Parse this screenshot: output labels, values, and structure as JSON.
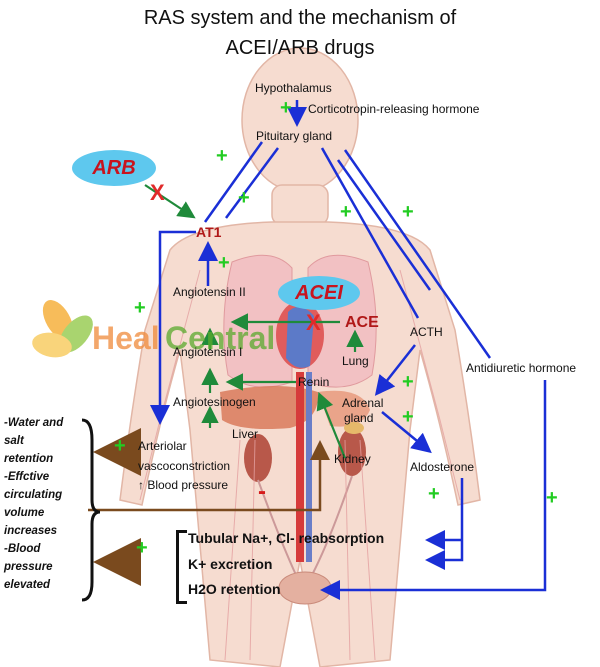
{
  "title": {
    "line1": "RAS system and the mechanism of",
    "line2": "ACEI/ARB drugs"
  },
  "watermark": {
    "part1": "Heal",
    "part2": "Central",
    "logo": "flower-logo"
  },
  "nodes": {
    "hypothalamus": "Hypothalamus",
    "crh": "Corticotropin-releasing hormone",
    "pituitary": "Pituitary gland",
    "arb": "ARB",
    "at1": "AT1",
    "acei": "ACEI",
    "ace": "ACE",
    "angiotensin2": "Angiotensin  II",
    "angiotensin1": "Angiotensin   I",
    "lung": "Lung",
    "acth": "ACTH",
    "adh": "Antidiuretic hormone",
    "renin": "Renin",
    "angiotensinogen": "Angiotesinogen",
    "liver": "Liver",
    "adrenal_line1": "Adrenal",
    "adrenal_line2": "gland",
    "kidney": "Kidney",
    "aldosterone": "Aldosterone",
    "arteriolar_line1": "Arteriolar",
    "arteriolar_line2": "vascoconstriction",
    "arteriolar_line3": "↑ Blood pressure",
    "tubular": "Tubular Na+, Cl- reabsorption",
    "k_excretion": "K+ excretion",
    "h2o": "H2O retention"
  },
  "signs": {
    "plus": "+",
    "minus": "-",
    "block": "X"
  },
  "effects": [
    "-Water and",
    "salt",
    "retention",
    "-Effctive",
    "circulating",
    "volume",
    "increases",
    "-Blood",
    "pressure",
    "elevated"
  ],
  "colors": {
    "blue_arrow": "#1a2fd6",
    "green_arrow": "#1f8a3a",
    "green_plus": "#22cc22",
    "drug_pill": "#5ec8ee",
    "drug_text": "#c8141e",
    "body": "#f6dcd0",
    "brown_arrow": "#7a4a1e"
  }
}
